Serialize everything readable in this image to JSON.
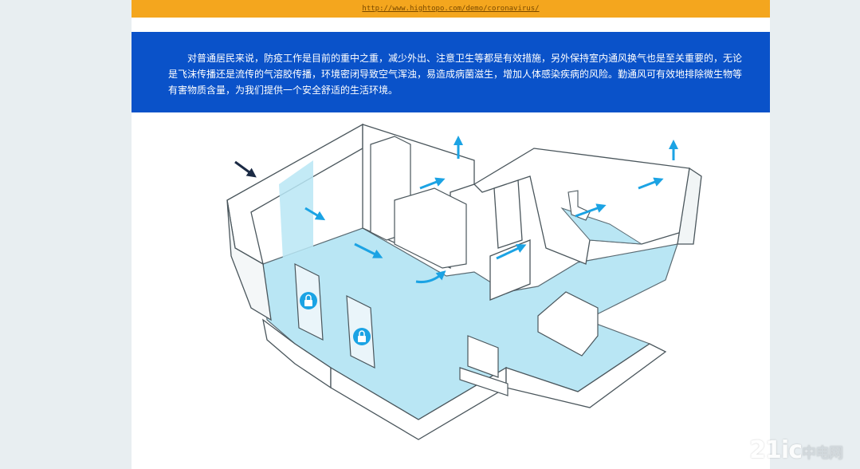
{
  "header": {
    "url": "http://www.hightopo.com/demo/coronavirus/"
  },
  "intro": {
    "text": "对普通居民来说，防疫工作是目前的重中之重，减少外出、注意卫生等都是有效措施，另外保持室内通风换气也是至关重要的，无论是飞沫传播还是流传的气溶胶传播，环境密闭导致空气浑浊，易造成病菌滋生，增加人体感染疾病的风险。勤通风可有效地排除微生物等有害物质含量，为我们提供一个安全舒适的生活环境。"
  },
  "diagram": {
    "floor_color": "#b9e6f4",
    "wall_color": "#ffffff",
    "arrow_color": "#1ba3e4",
    "lock_color": "#1ba3e4",
    "inlet_arrow_color": "#1b2a44",
    "icons": [
      "lock-icon",
      "lock-icon",
      "airflow-arrow-icon"
    ]
  },
  "watermark": {
    "text": "21ic",
    "sub": "中电网"
  }
}
